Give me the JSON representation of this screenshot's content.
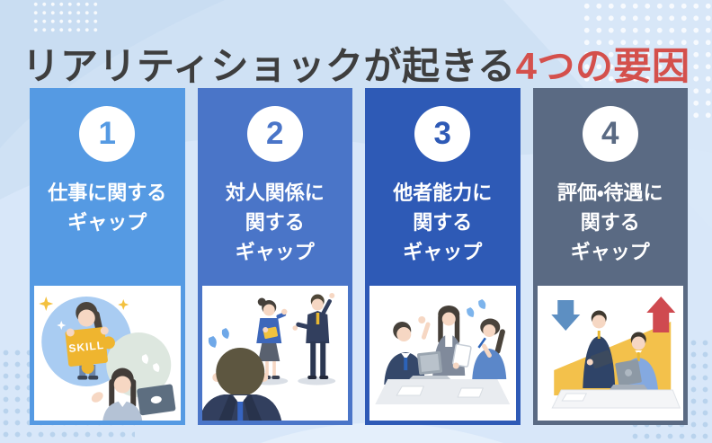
{
  "title": {
    "prefix": "リアリティショックが起きる",
    "highlight": "4つの要因"
  },
  "colors": {
    "background": "#cfe1f4",
    "title_text": "#3e3e3e",
    "title_highlight": "#d4504c",
    "card_text": "#ffffff"
  },
  "factors": [
    {
      "number": "1",
      "label_lines": [
        "仕事に関する",
        "ギャップ"
      ],
      "color": "#559ae3",
      "illustration": "skill-gap-illustration",
      "illustration_label": "SKILL"
    },
    {
      "number": "2",
      "label_lines": [
        "対人関係に",
        "関する",
        "ギャップ"
      ],
      "color": "#4a75c8",
      "illustration": "interpersonal-gap-illustration"
    },
    {
      "number": "3",
      "label_lines": [
        "他者能力に",
        "関する",
        "ギャップ"
      ],
      "color": "#2e5ab6",
      "illustration": "others-ability-gap-illustration"
    },
    {
      "number": "4",
      "label_lines": [
        "評価・待遇に",
        "関する",
        "ギャップ"
      ],
      "color": "#5a6a83",
      "illustration": "evaluation-gap-illustration"
    }
  ]
}
